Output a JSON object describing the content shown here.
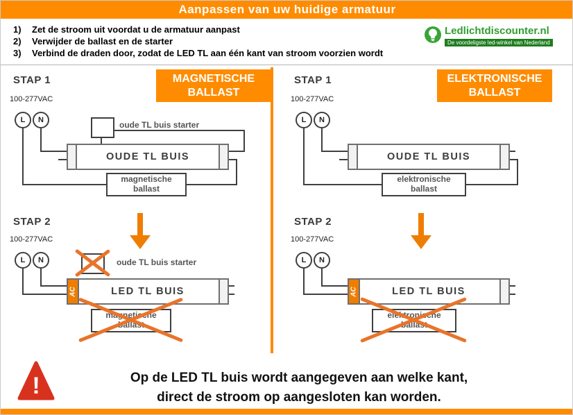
{
  "colors": {
    "accent_orange": "#ff8c00",
    "cross_orange": "#e8742a",
    "arrow_orange": "#ef7d00",
    "logo_green": "#2f9e2f",
    "tagline_green": "#1e7d1e",
    "warning_red": "#d63224",
    "wire_gray": "#3f3f3f"
  },
  "header": {
    "title": "Aanpassen van uw huidige armatuur"
  },
  "instructions": [
    {
      "num": "1)",
      "text": "Zet de stroom uit voordat u de armatuur aanpast"
    },
    {
      "num": "2)",
      "text": "Verwijder de ballast en de starter"
    },
    {
      "num": "3)",
      "text": "Verbind de draden door, zodat de LED TL aan één kant van stroom voorzien wordt"
    }
  ],
  "logo": {
    "name": "Ledlichtdiscounter.nl",
    "tagline": "De voordeligste led-winkel van Nederland"
  },
  "labels": {
    "stap1": "STAP 1",
    "stap2": "STAP 2",
    "voltage": "100-277VAC",
    "terminal_l": "L",
    "terminal_n": "N",
    "ac": "AC"
  },
  "left": {
    "badge": "MAGNETISCHE BALLAST",
    "starter_label": "oude TL buis starter",
    "old_tube": "OUDE TL BUIS",
    "led_tube": "LED TL BUIS",
    "ballast": "magnetische ballast"
  },
  "right": {
    "badge": "ELEKTRONISCHE BALLAST",
    "old_tube": "OUDE TL BUIS",
    "led_tube": "LED TL BUIS",
    "ballast": "elektronische ballast"
  },
  "footer": {
    "line1": "Op de LED TL buis wordt aangegeven aan welke kant,",
    "line2": "direct de stroom op aangesloten kan worden."
  }
}
